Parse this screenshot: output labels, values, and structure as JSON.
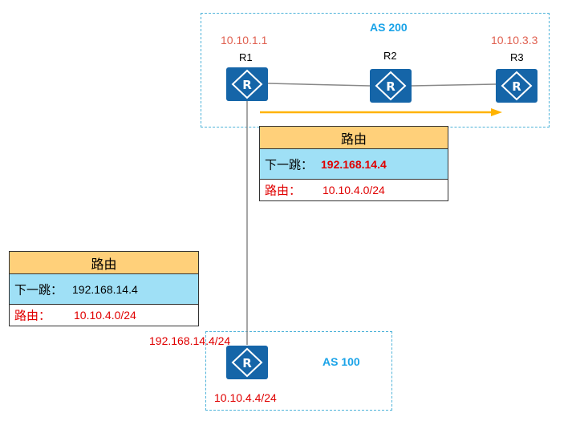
{
  "as200": {
    "label": "AS 200"
  },
  "as100": {
    "label": "AS 100"
  },
  "routers": {
    "r1": {
      "name": "R1",
      "ip": "10.10.1.1"
    },
    "r2": {
      "name": "R2"
    },
    "r3": {
      "name": "R3",
      "ip": "10.10.3.3"
    },
    "r4": {
      "ip": "10.10.4.4/24",
      "link_ip": "192.168.14.4/24"
    }
  },
  "table_as200": {
    "header": "路由",
    "nexthop_label": "下一跳：",
    "nexthop_value": "192.168.14.4",
    "route_label": "路由：",
    "route_value": "10.10.4.0/24"
  },
  "table_as100": {
    "header": "路由",
    "nexthop_label": "下一跳：",
    "nexthop_value": "192.168.14.4",
    "route_label": "路由：",
    "route_value": "10.10.4.0/24"
  },
  "colors": {
    "router": "#1565a8",
    "as_border": "#4fb3d9",
    "as_label": "#1aa3e8",
    "arrow": "#ffb300",
    "ip_light": "#e06050",
    "ip_red": "#e00000",
    "table_header": "#ffd07a",
    "table_nexthop": "#9fe0f6"
  }
}
